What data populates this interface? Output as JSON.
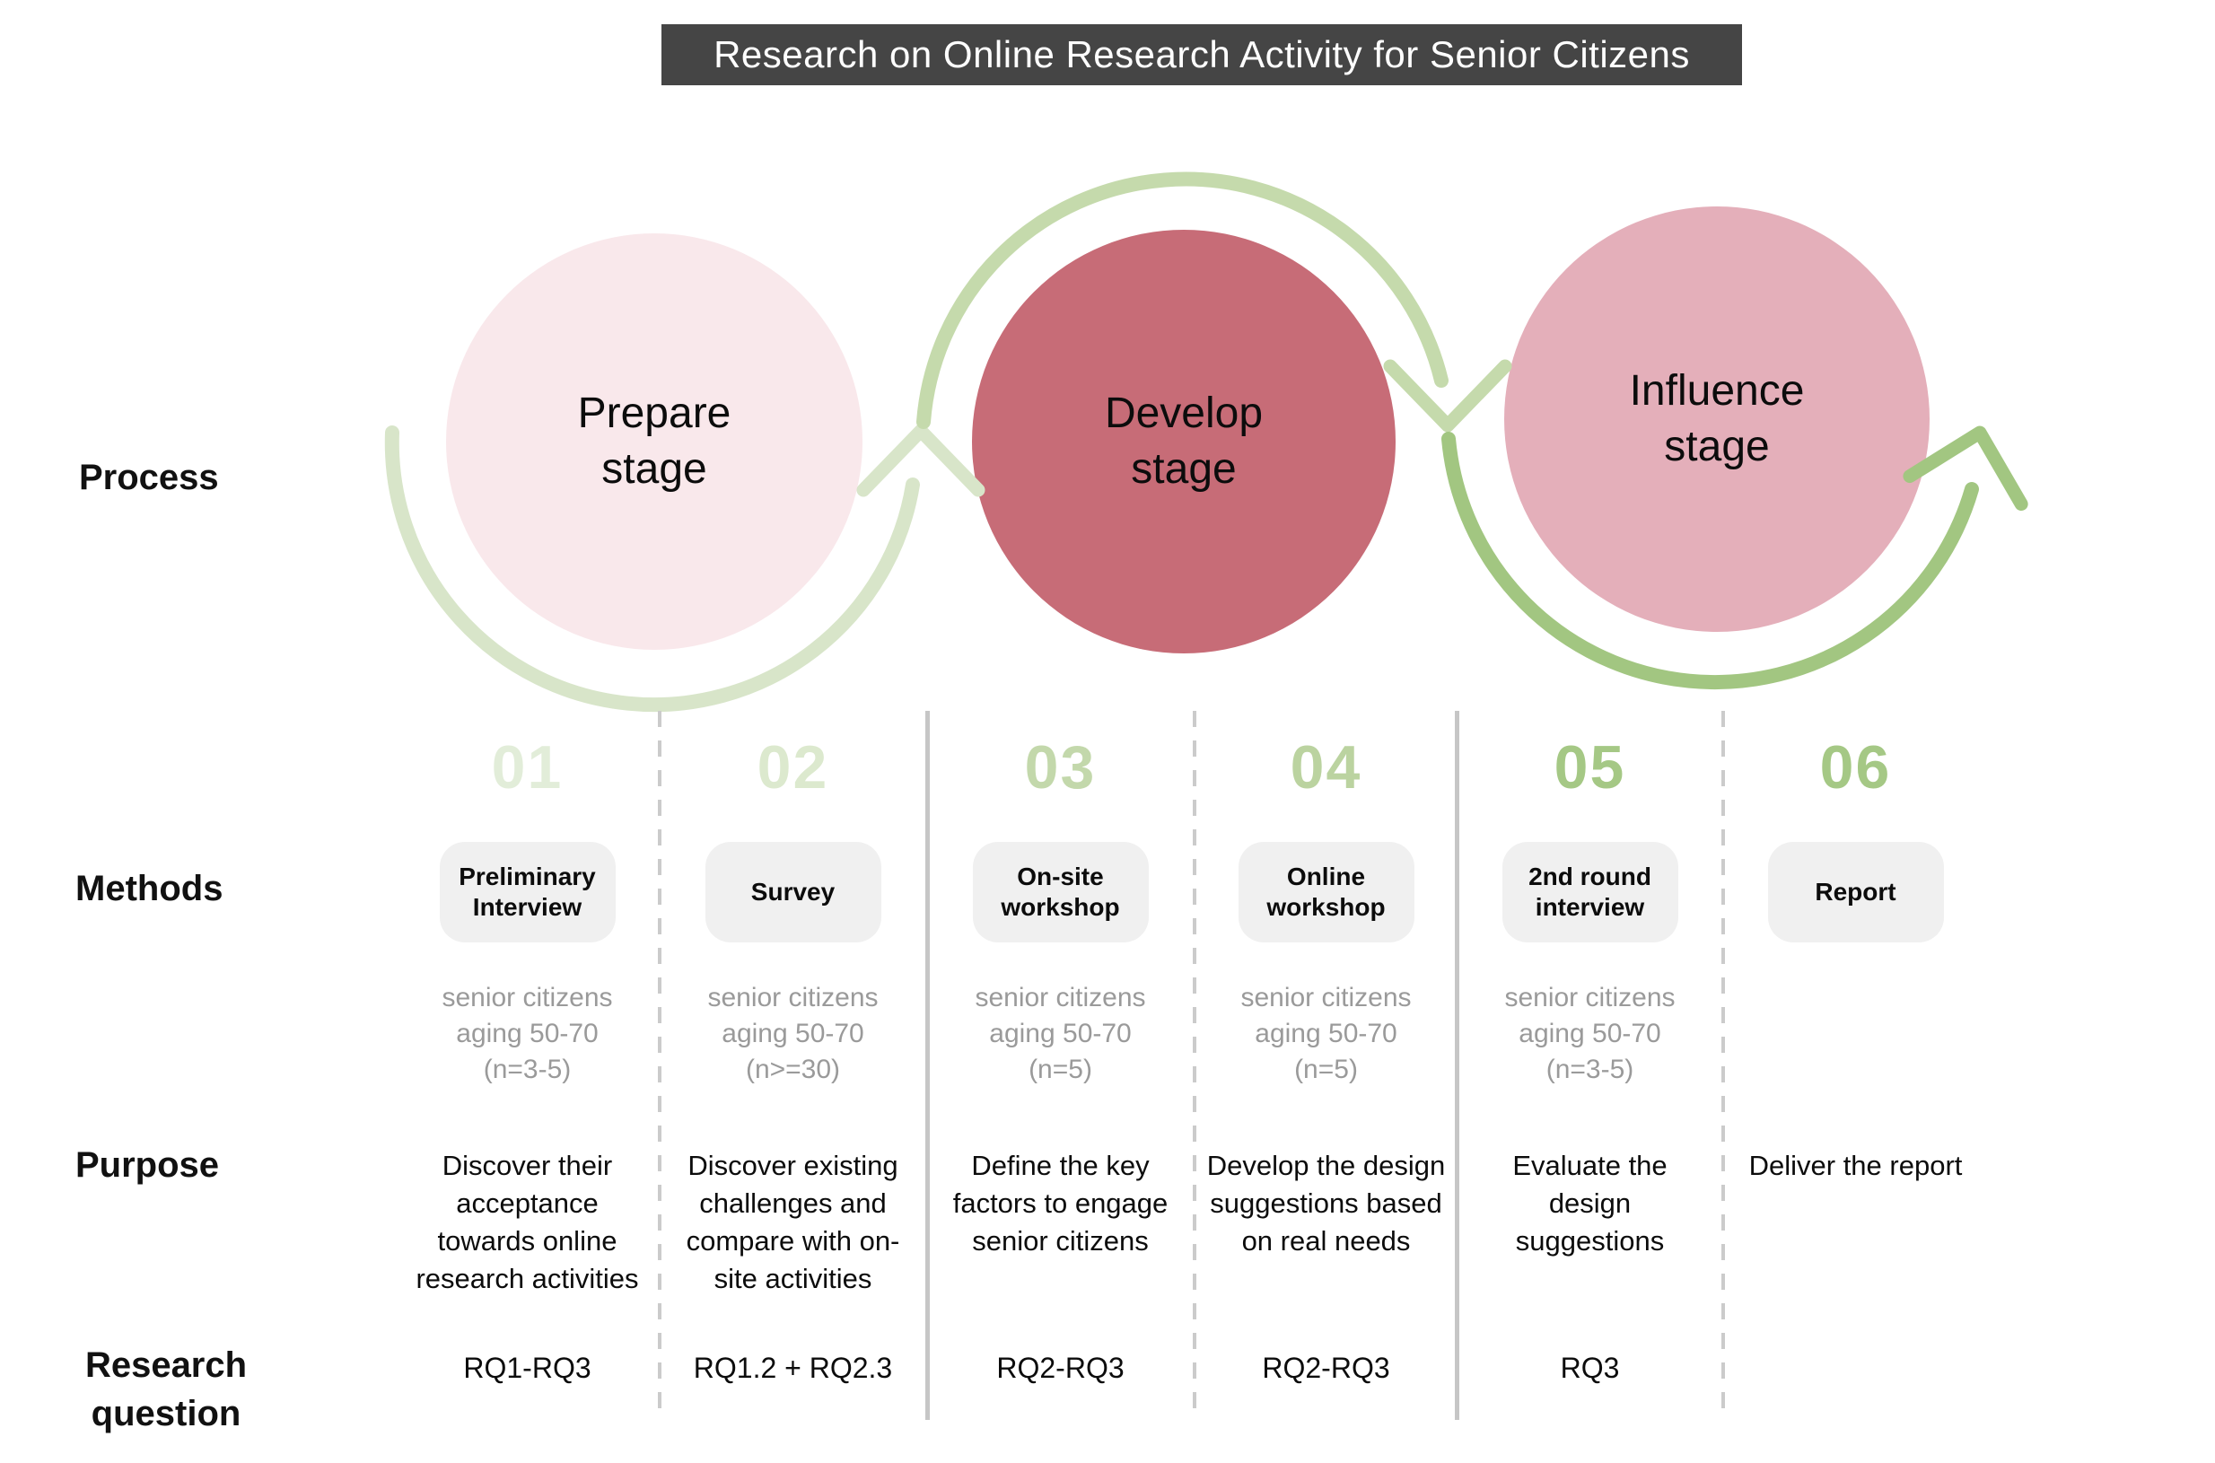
{
  "title": "Research on Online Research Activity for Senior Citizens",
  "title_bar": {
    "bg": "#454545",
    "text_color": "#ffffff"
  },
  "row_labels": {
    "process": "Process",
    "methods": "Methods",
    "purpose": "Purpose",
    "research_question": "Research\nquestion"
  },
  "process": {
    "stages": [
      {
        "label": "Prepare\nstage",
        "fill": "#f9e8eb"
      },
      {
        "label": "Develop\nstage",
        "fill": "#c76c77"
      },
      {
        "label": "Influence\nstage",
        "fill": "#e4afba"
      }
    ],
    "arrow_colors": [
      "#d8e5c9",
      "#c5daac",
      "#a2c681"
    ]
  },
  "chip_bg": "#f0f0f0",
  "divider_types": [
    "dashed",
    "solid",
    "dashed",
    "solid",
    "dashed"
  ],
  "columns": [
    {
      "number": "01",
      "number_color": "#e2edd9",
      "method": "Preliminary\nInterview",
      "participants": "senior citizens\naging 50-70\n(n=3-5)",
      "purpose": "Discover their\nacceptance\ntowards online\nresearch activities",
      "research_question": "RQ1-RQ3"
    },
    {
      "number": "02",
      "number_color": "#dce9ce",
      "method": "Survey",
      "participants": "senior citizens\naging 50-70\n(n>=30)",
      "purpose": "Discover existing\nchallenges and\ncompare with on-\nsite activities",
      "research_question": "RQ1.2 + RQ2.3"
    },
    {
      "number": "03",
      "number_color": "#c3d8ab",
      "method": "On-site\nworkshop",
      "participants": "senior citizens\naging 50-70\n(n=5)",
      "purpose": "Define the key\nfactors to engage\nsenior citizens",
      "research_question": "RQ2-RQ3"
    },
    {
      "number": "04",
      "number_color": "#bbd3a0",
      "method": "Online\nworkshop",
      "participants": "senior citizens\naging 50-70\n(n=5)",
      "purpose": "Develop the design\nsuggestions based\non real needs",
      "research_question": "RQ2-RQ3"
    },
    {
      "number": "05",
      "number_color": "#a5c885",
      "method": "2nd round\ninterview",
      "participants": "senior citizens\naging 50-70\n(n=3-5)",
      "purpose": "Evaluate the\ndesign\nsuggestions",
      "research_question": "RQ3"
    },
    {
      "number": "06",
      "number_color": "#a5c885",
      "method": "Report",
      "participants": "",
      "purpose": "Deliver the report",
      "research_question": ""
    }
  ]
}
